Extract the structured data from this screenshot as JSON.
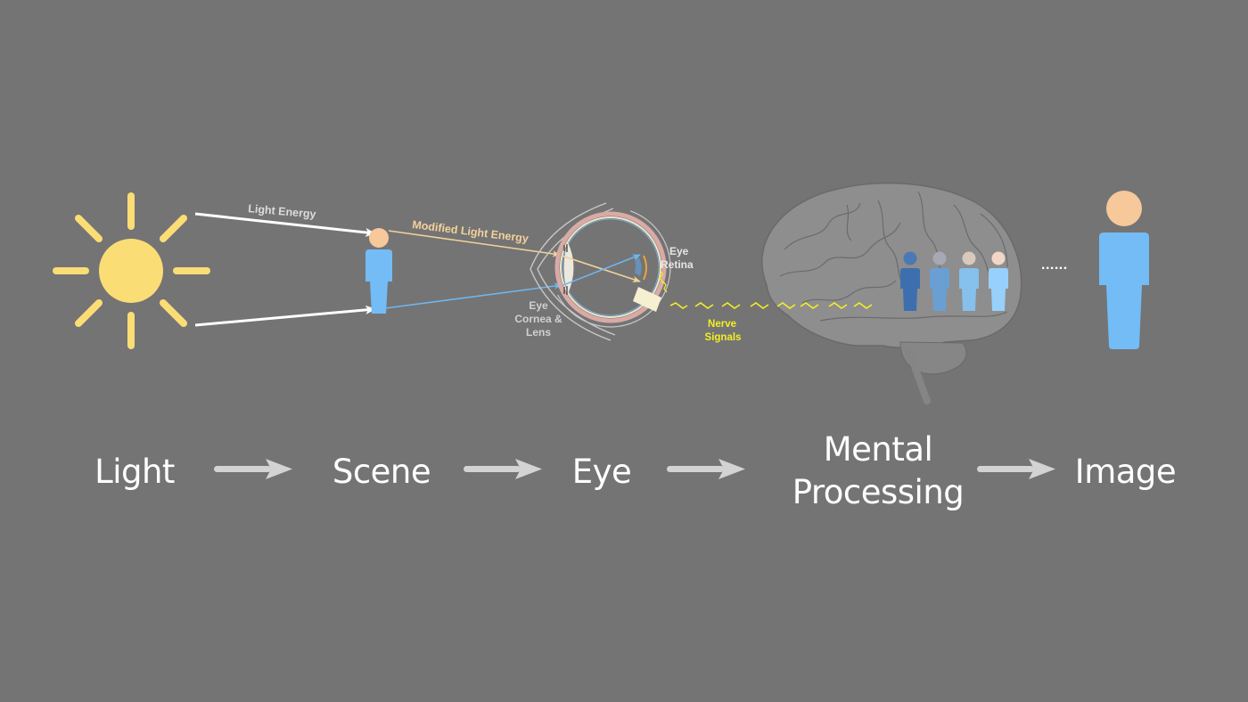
{
  "colors": {
    "background": "#747474",
    "sun": "#fbdd76",
    "skin": "#f6c89a",
    "person_blue": "#73bcf5",
    "light_ray_white": "#ffffff",
    "modified_ray": "#f3d29a",
    "blue_ray": "#6fb6f0",
    "nerve_yellow": "#f3ee24",
    "eye_outline": "#c8c8c8",
    "sclera_pink": "#d9aaa6",
    "lens": "#ece9dc",
    "brain": "#8e8e8e",
    "flow_arrow": "#d3d3d3",
    "text_white": "#ffffff",
    "label_gray": "#dcdcdc"
  },
  "diagram": {
    "annotations": {
      "light_energy": "Light Energy",
      "modified_light_energy": "Modified Light Energy",
      "eye_retina": [
        "Eye",
        "Retina"
      ],
      "eye_cornea_lens": [
        "Eye",
        "Cornea &",
        "Lens"
      ],
      "nerve_signals": [
        "Nerve",
        "Signals"
      ],
      "ellipsis": "......"
    },
    "brain_figures": [
      {
        "body": "#3d6fae",
        "head": "#4a79b3"
      },
      {
        "body": "#6a9fd3",
        "head": "#a6a9b4"
      },
      {
        "body": "#86c0ec",
        "head": "#d8c9bd"
      },
      {
        "body": "#97d0fa",
        "head": "#f1d7c6"
      }
    ]
  },
  "flow": {
    "stages": [
      {
        "label": "Light"
      },
      {
        "label": "Scene"
      },
      {
        "label": "Eye"
      },
      {
        "label": "Mental\nProcessing",
        "lines": [
          "Mental",
          "Processing"
        ]
      },
      {
        "label": "Image"
      }
    ]
  }
}
